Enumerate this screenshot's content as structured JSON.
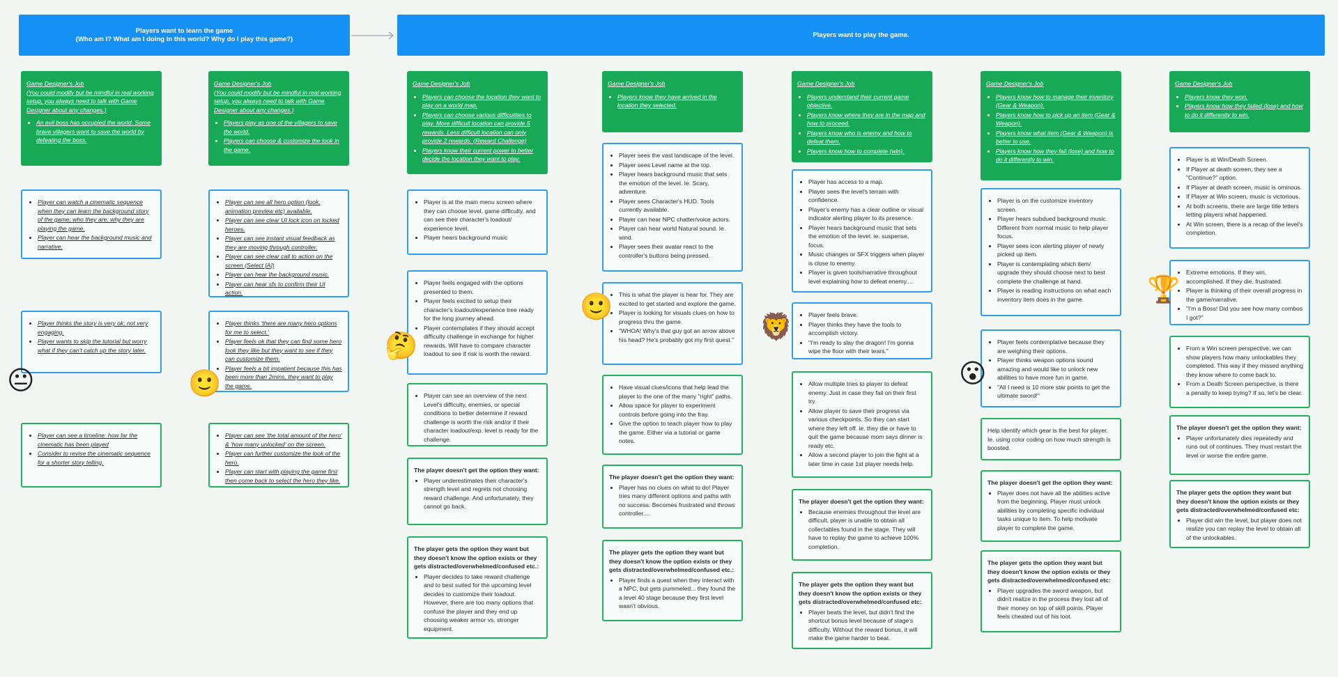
{
  "header": {
    "learn": "Players want to learn the game\n(Who am I? What am I doing in this world? Why do I play this game?)",
    "play": "Players want to play the game."
  },
  "columns": [
    {
      "cards": [
        {
          "kind": "green",
          "title": "Game Designer's Job\n(You could modify but be mindful in real working setup, you always need to talk with Game Designer about any changes.)",
          "items": [
            "An evil boss has occupied the world. Some brave villagers want to save the world by defeating the boss."
          ]
        },
        {
          "kind": "blue-italic",
          "items": [
            "Player can watch a cinematic sequence when they can learn the background story of the game; who they are; why they are playing the game.",
            "Player can hear the background music and narrative."
          ]
        },
        {
          "kind": "blue-italic",
          "items": [
            "Player thinks the story is very ok; not very engaging.",
            "Player wants to skip the tutorial but worry what if they can't catch up the story later."
          ]
        },
        {
          "kind": "green-italic",
          "items": [
            "Player can see a timeline: how far the cinematic has been played",
            "Consider to revise the cinematic sequence for a shorter story telling."
          ]
        }
      ]
    },
    {
      "cards": [
        {
          "kind": "green",
          "title": "Game Designer's Job\n(You could modify but be mindful in real working setup, you always need to talk with Game Designer about any changes.)",
          "items": [
            "Players play as one of the villagers to save the world.",
            "Players can choose & customize the look in the game."
          ]
        },
        {
          "kind": "blue-italic",
          "items": [
            "Player can see all hero option (look, animation preview etc) available.",
            "Player can see clear UI lock icon on locked heroes.",
            "Player can see instant visual feedback as they are moving through controller.",
            "Player can see clear call to action on the screen (Select [A])",
            "Player can hear the background music.",
            "Player can hear sfx to confirm their UI action."
          ]
        },
        {
          "kind": "blue-italic",
          "items": [
            "Player thinks 'there are many hero options for me to select.'",
            "Player feels ok that they can find some hero look they like but they want to see if they can customize them.",
            "Player feels a bit impatient because this has been more than 2mins, they want to play the game."
          ]
        },
        {
          "kind": "green-italic",
          "items": [
            "Player can see 'the total amount of the hero' & 'how many unlocked' on the screen.",
            "Player can further customize the look of the hero.",
            "Player can start with playing the game first then come back to select the hero they like."
          ]
        }
      ]
    },
    {
      "cards": [
        {
          "kind": "green",
          "title": "Game Designer's Job",
          "items": [
            "Players can choose the location they want to play on a world map.",
            "Players can choose various difficulities to play. More difficult location can provide 5 rewards. Less difficult location can only provide 2 rewards. (Reward Challenge)",
            "Players know their current power to better decide the location they want to play."
          ]
        },
        {
          "kind": "blue",
          "items": [
            "Player is at the main menu screen where they can choose level, game difficulty, and can see their character's loadout/ experience level.",
            "Player hears background music"
          ]
        },
        {
          "kind": "blue",
          "items": [
            "Player feels engaged with the options presented to them.",
            "Player feels excited to setup their character's loadout/experience tree ready for the long journey ahead.",
            "Player contemplates if they should accept difficulty challenge in exchange for higher rewards. Will have to compare character loadout to see if risk is worth the reward."
          ]
        },
        {
          "kind": "green-plain",
          "items": [
            "Player can see an overview of the next Level's difficulty, enemies, or special conditions to better determine if reward challenge is worth the risk and/or if their character loadout/exp. level is ready for the challenge."
          ]
        },
        {
          "kind": "green-bold",
          "title": "The player doesn't get the option they want:",
          "items": [
            "Player underestimates their character's strength level and regrets not choosing reward challenge. And unfortunately, they cannot go back."
          ]
        },
        {
          "kind": "green-bold",
          "title": "The player gets the option they want but they doesn't know the option exists or they gets distracted/overwhelmed/confused etc.:",
          "items": [
            "Player decides to take reward challenge and to best suited for the upcoming level decides to customize their loadout. However, there are too many options that confuse the player and they end up choosing weaker armor vs. stronger equipment."
          ]
        }
      ]
    },
    {
      "cards": [
        {
          "kind": "green",
          "title": "Game Designer's Job",
          "items": [
            "Players know they have arrived in the location they selected."
          ]
        },
        {
          "kind": "blue",
          "items": [
            "Player sees the vast landscape of the level.",
            "Player sees Level name at the top.",
            "Player hears background music that sets the emotion of the level. Ie. Scary, adventure.",
            "Player sees Character's HUD. Tools currently available.",
            "Player can hear NPC chatter/voice actors.",
            "Player can hear world Natural sound. Ie. wind.",
            "Player sees their avatar react to the controller's buttons being pressed."
          ]
        },
        {
          "kind": "blue",
          "items": [
            "This is what the player is hear for. They are excited to get started and explore the game.",
            "Player is looking for visuals clues on how to progress thru the game.",
            "\"WHOA! Why's that guy got an arrow above his head? He's probably got my first quest.\""
          ]
        },
        {
          "kind": "green-plain",
          "items": [
            "Have visual clues/icons that help lead the player to the one of the many \"right\" paths.",
            "Allow space for player to experiment controls before going into the fray.",
            "Give the option to teach player how to play the game. Either via a tutorial or game notes."
          ]
        },
        {
          "kind": "green-bold",
          "title": "The player doesn't get the option they want:",
          "items": [
            "Player has no clues on what to do! Player tries many different options and paths with no success. Becomes frustrated and throws controller...."
          ]
        },
        {
          "kind": "green-bold",
          "title": "The player gets the option they want but they doesn't know the option exists or they gets distracted/overwhelmed/confused etc.:",
          "items": [
            "Player finds a quest when they interact with a NPC, but gets pummeled... they found the a level 40 stage because they first level wasn't obvious."
          ]
        }
      ]
    },
    {
      "cards": [
        {
          "kind": "green",
          "title": "Game Designer's Job",
          "items": [
            "Players understand their current game objective.",
            "Players know where they are in the map and how to proceed.",
            "Players know who is enemy and how to defeat them.",
            "Players know how to complete (win)."
          ]
        },
        {
          "kind": "blue",
          "items": [
            "Player has access to a map.",
            "Player sees the level's terrain with confidence.",
            "Player's enemy has a clear outline or visual indicator alerting player to its presence.",
            "Player hears background music that sets the emotion of the level. ie. suspense, focus.",
            "Music changes or SFX triggers when player is close to enemy.",
            "Player is given tools/narrative throughout level explaining how to defeat enemy...."
          ]
        },
        {
          "kind": "blue",
          "items": [
            "Player feels brave.",
            "Player thinks they have the tools to accomplish victory.",
            "\"I'm ready to slay the dragon! I'm gonna wipe the floor with their tears.\""
          ]
        },
        {
          "kind": "green-plain",
          "items": [
            "Allow multiple tries to player to defeat enemy. Just in case they fail on their first try.",
            "Allow player to save their progress via various checkpoints. So they can start where they left off. ie. they die or have to quit the game because mom says dinner is ready etc.",
            "Allow a second player to join the fight at a later time in case 1st player needs help."
          ]
        },
        {
          "kind": "green-bold",
          "title": "The player doesn't get the option they want:",
          "items": [
            "Because enemies throughout the level are difficult, player is unable to obtain all collectables found in the stage. They will have to replay the game to achieve 100% completion."
          ]
        },
        {
          "kind": "green-bold",
          "title": "The player gets the option they want but they doesn't know the option exists or they gets distracted/overwhelmed/confused etc:",
          "items": [
            "Player beats the level, but didn't find the shortcut bonus level because of stage's difficulty. Without the reward bonus, it will make the game harder to beat."
          ]
        }
      ]
    },
    {
      "cards": [
        {
          "kind": "green",
          "title": "Game Designer's Job",
          "items": [
            "Players know how to manage their inventory (Gear & Weapon).",
            "Players know how to pick up an item (Gear & Weapon).",
            "Players know what item (Gear & Weapon) is better to use.",
            "Players know how they fail (lose) and how to do it differently to win."
          ]
        },
        {
          "kind": "blue",
          "items": [
            "Player is on the customize inventory screen.",
            "Player hears subdued background music. Different from normal music to help player focus.",
            "Player sees icon alerting player of newly picked up item.",
            "Player is contemplating which item/ upgrade they should choose next to best complete the challenge at hand.",
            "Player is reading instructions on what each inventory item does in the game."
          ]
        },
        {
          "kind": "blue",
          "items": [
            "Player feels contemplative because they are weighing their options.",
            "Player thinks weapon options sound amazing and would like to unlock new abilities to have more fun in game.",
            "\"All I need is 10 more star points to get the ultimate sword!\""
          ]
        },
        {
          "kind": "green-text",
          "text": "Help identify which gear is the best for player. Ie. using color coding on how much strength is boosted."
        },
        {
          "kind": "green-bold",
          "title": "The player doesn't get the option they want:",
          "items": [
            "Player does not have all the abilities active from the beginning. Player must unlock abilities by completing specific individual tasks unique to item. To help motivate player to complete the game."
          ]
        },
        {
          "kind": "green-bold",
          "title": "The player gets the option they want but they doesn't know the option exists or they gets distracted/overwhelmed/confused etc:",
          "items": [
            "Player upgrades the sword weapon, but didn't realize in the process they lost all of their money on top of skill points. Player feels cheated out of his loot."
          ]
        }
      ]
    },
    {
      "cards": [
        {
          "kind": "green",
          "title": "Game Designer's Job",
          "items": [
            "Players know they won.",
            "Players know how they failed (lose) and how to do it differently to win."
          ]
        },
        {
          "kind": "blue",
          "items": [
            "Player is at Win/Death Screen.",
            "If Player at death screen, they see a \"Continue?\" option.",
            "If Player at death screen, music is ominous.",
            "If Player at Win screen, music is victorious.",
            "At both screens, there are large title letters letting players what happened.",
            "At Win screen, there is a recap of the level's completion."
          ]
        },
        {
          "kind": "blue",
          "items": [
            "Extreme emotions. If they win, accomplished. If they die, frustrated.",
            "Player is thinking of their overall progress in the game/narrative.",
            "\"I'm a Boss! Did you see how many combos I got?\""
          ]
        },
        {
          "kind": "green-plain",
          "items": [
            "From a Win screen perspective, we can show players how many unlockables they completed. This way if they missed anything they know where to come back to.",
            "From a Death Screen perspective, is there a penalty to keep trying? If so, let's be clear."
          ]
        },
        {
          "kind": "green-bold",
          "title": "The player doesn't get the option they want:",
          "items": [
            "Player unfortunately dies repeatedly and runs out of continues. They must restart the level or worse the entire game."
          ]
        },
        {
          "kind": "green-bold",
          "title": "The player gets the option they want but they doesn't know the option exists or they gets distracted/overwhelmed/confused etc:",
          "items": [
            "Player did win the level, but player does not realize you can replay the level to obtain all of the unlockables."
          ]
        }
      ]
    }
  ],
  "emojis": [
    {
      "name": "neutral-face-icon",
      "char": "😐"
    },
    {
      "name": "slightly-smiling-face-icon",
      "char": "🙂"
    },
    {
      "name": "thinking-face-icon",
      "char": "🤔"
    },
    {
      "name": "slightly-smiling-face-icon",
      "char": "🙂"
    },
    {
      "name": "lion-face-icon",
      "char": "🦁"
    },
    {
      "name": "hushed-face-icon",
      "char": "😮"
    },
    {
      "name": "trophy-icon",
      "char": "🏆"
    }
  ]
}
